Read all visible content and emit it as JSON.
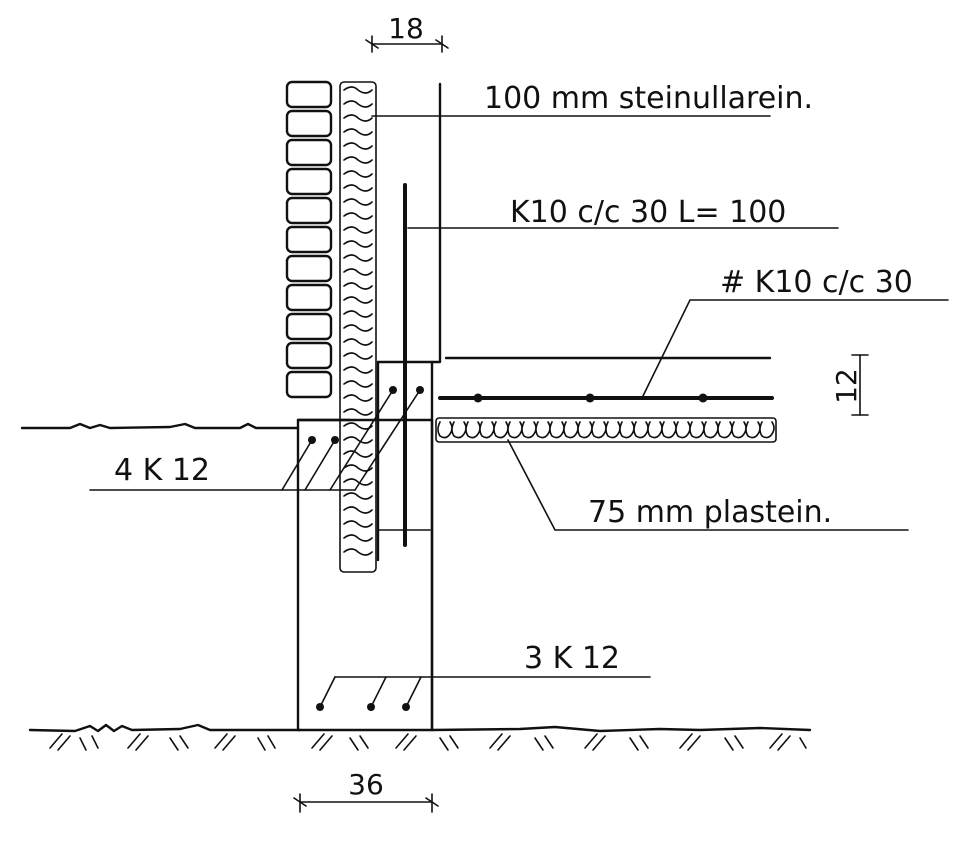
{
  "labels": {
    "insulation_wall": "100 mm steinullarein.",
    "dowel_bars": "K10 c/c 30  L= 100",
    "slab_mesh": "# K10 c/c 30",
    "beam_top_bars": "4 K 12",
    "floor_insulation": "75 mm plastein.",
    "footing_bars": "3 K 12"
  },
  "dimensions": {
    "wall_width": "18",
    "slab_thickness": "12",
    "footing_width": "36"
  }
}
